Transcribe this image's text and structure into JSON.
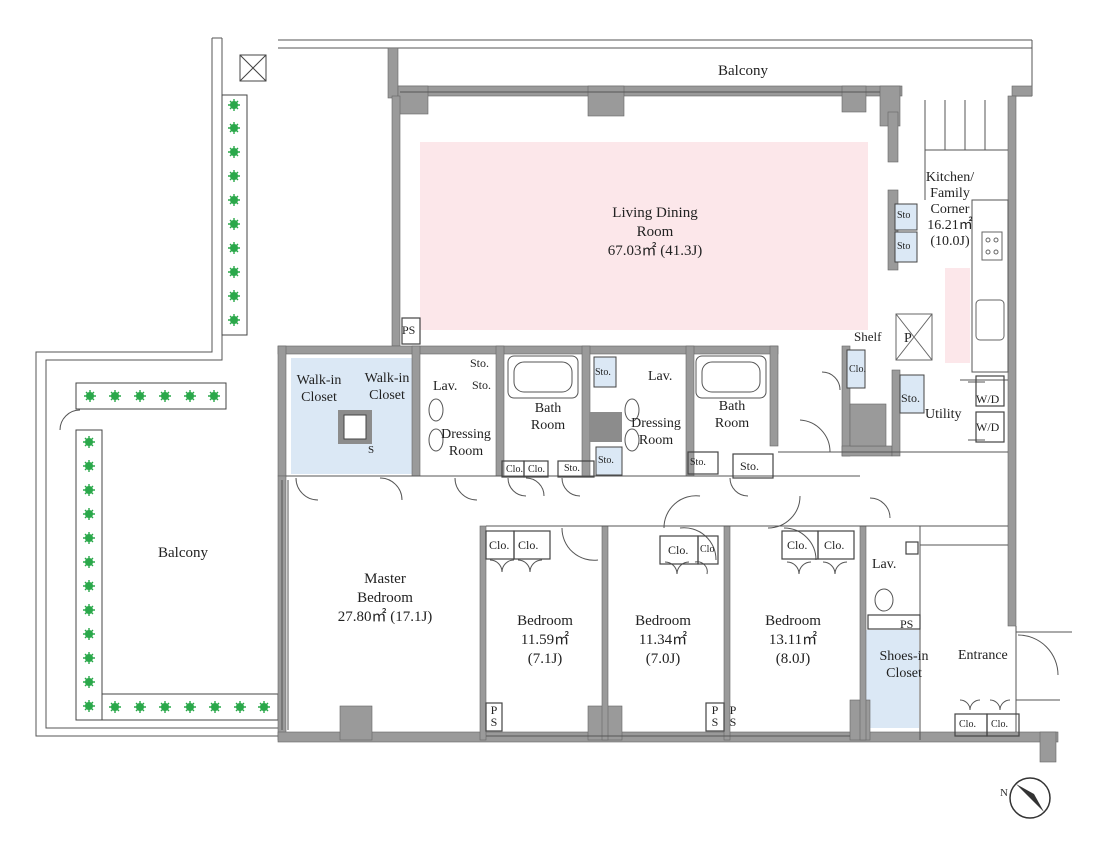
{
  "colors": {
    "wall": "#9a9a9a",
    "wall_dark": "#8c8c8c",
    "line": "#444444",
    "living_fill": "#fce7ea",
    "kitchen_fill": "#fce7ea",
    "closet_fill": "#dbe8f5",
    "planter": "#2aa84a"
  },
  "rooms": {
    "living": {
      "name": "Living Dining",
      "name2": "Room",
      "area": "67.03㎡ (41.3J)"
    },
    "kitchen": {
      "l1": "Kitchen/",
      "l2": "Family",
      "l3": "Corner",
      "area": "16.21㎡",
      "j": "(10.0J)"
    },
    "master": {
      "l1": "Master",
      "l2": "Bedroom",
      "area": "27.80㎡ (17.1J)"
    },
    "bedroom1": {
      "name": "Bedroom",
      "area": "11.59㎡",
      "j": "(7.1J)"
    },
    "bedroom2": {
      "name": "Bedroom",
      "area": "11.34㎡",
      "j": "(7.0J)"
    },
    "bedroom3": {
      "name": "Bedroom",
      "area": "13.11㎡",
      "j": "(8.0J)"
    },
    "walkin1": {
      "l1": "Walk-in",
      "l2": "Closet"
    },
    "walkin2": {
      "l1": "Walk-in",
      "l2": "Closet"
    },
    "dressing1": {
      "l1": "Dressing",
      "l2": "Room"
    },
    "dressing2": {
      "l1": "Dressing",
      "l2": "Room"
    },
    "bath1": {
      "l1": "Bath",
      "l2": "Room"
    },
    "bath2": {
      "l1": "Bath",
      "l2": "Room"
    },
    "shoes": {
      "l1": "Shoes-in",
      "l2": "Closet"
    }
  },
  "labels": {
    "balcony_top": "Balcony",
    "balcony_left": "Balcony",
    "entrance": "Entrance",
    "utility": "Utility",
    "shelf": "Shelf",
    "ps": "PS",
    "p": "P",
    "s": "S",
    "lav": "Lav.",
    "sto": "Sto.",
    "sto_short": "Sto",
    "clo": "Clo.",
    "clo_short": "Clo",
    "wd": "W/D"
  }
}
